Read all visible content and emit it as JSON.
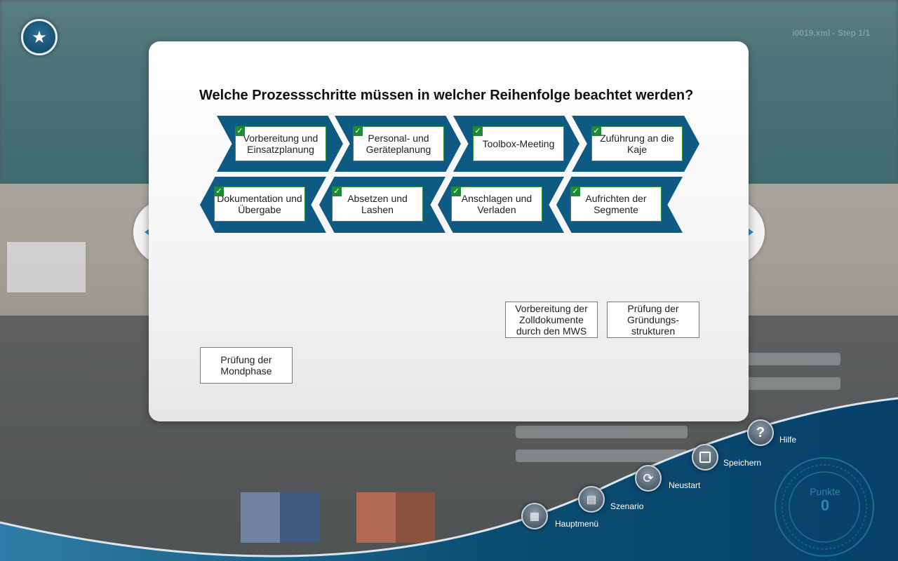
{
  "header": {
    "file_id": "i0019.xml - Step 1/1"
  },
  "question": "Welche Prozessschritte müssen in welcher Reihenfolge beachtet werden?",
  "sequence_row1": [
    {
      "label": "Vorbereitung und Einsatzplanung"
    },
    {
      "label": "Personal- und Geräteplanung"
    },
    {
      "label": "Toolbox-Meeting"
    },
    {
      "label": "Zuführung an die Kaje"
    }
  ],
  "sequence_row2": [
    {
      "label": "Dokumentation und Übergabe"
    },
    {
      "label": "Absetzen und Lashen"
    },
    {
      "label": "Anschlagen und Verladen"
    },
    {
      "label": "Aufrichten der Segmente"
    }
  ],
  "distractors": [
    {
      "label": "Vorbereitung der Zolldokumente durch den MWS"
    },
    {
      "label": "Prüfung der Gründungs-strukturen"
    },
    {
      "label": "Prüfung der Mondphase"
    }
  ],
  "menu": {
    "hilfe": "Hilfe",
    "speichern": "Speichern",
    "neustart": "Neustart",
    "szenario": "Szenario",
    "hauptmenue": "Hauptmenü"
  },
  "score": {
    "label": "Punkte",
    "value": "0"
  },
  "colors": {
    "chevron": "#0e5a83",
    "check": "#1f8a33",
    "nav_arrow": "#1a8fd1"
  }
}
